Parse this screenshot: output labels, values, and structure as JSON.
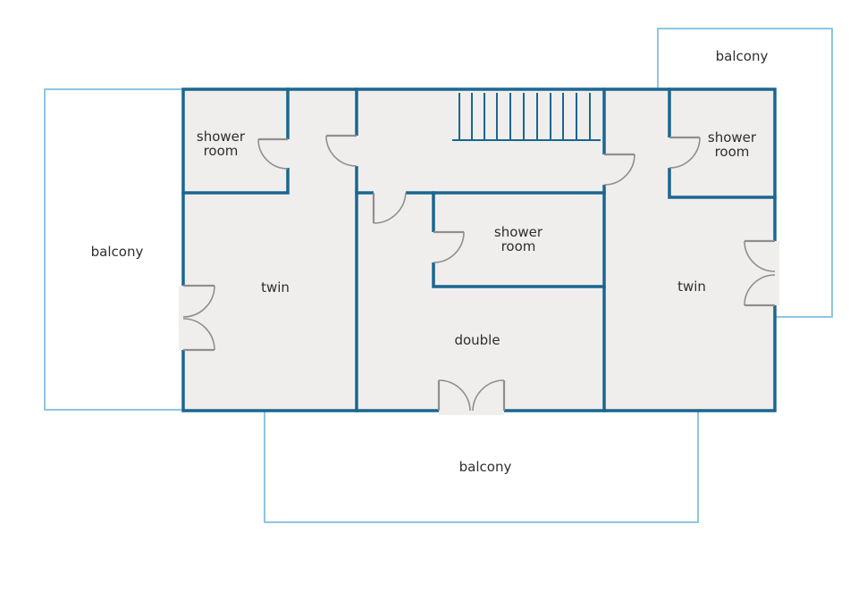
{
  "rooms": {
    "balcony_top_right": "balcony",
    "balcony_left": "balcony",
    "balcony_bottom": "balcony",
    "shower_room_left": [
      "shower",
      "room"
    ],
    "shower_room_middle": [
      "shower",
      "room"
    ],
    "shower_room_right": [
      "shower",
      "room"
    ],
    "twin_left": "twin",
    "twin_right": "twin",
    "double": "double"
  },
  "colors": {
    "wall": "#1a6690",
    "balcony_outline": "#8ec6e2",
    "floor": "#efeeec",
    "door": "#8f8f8f"
  }
}
